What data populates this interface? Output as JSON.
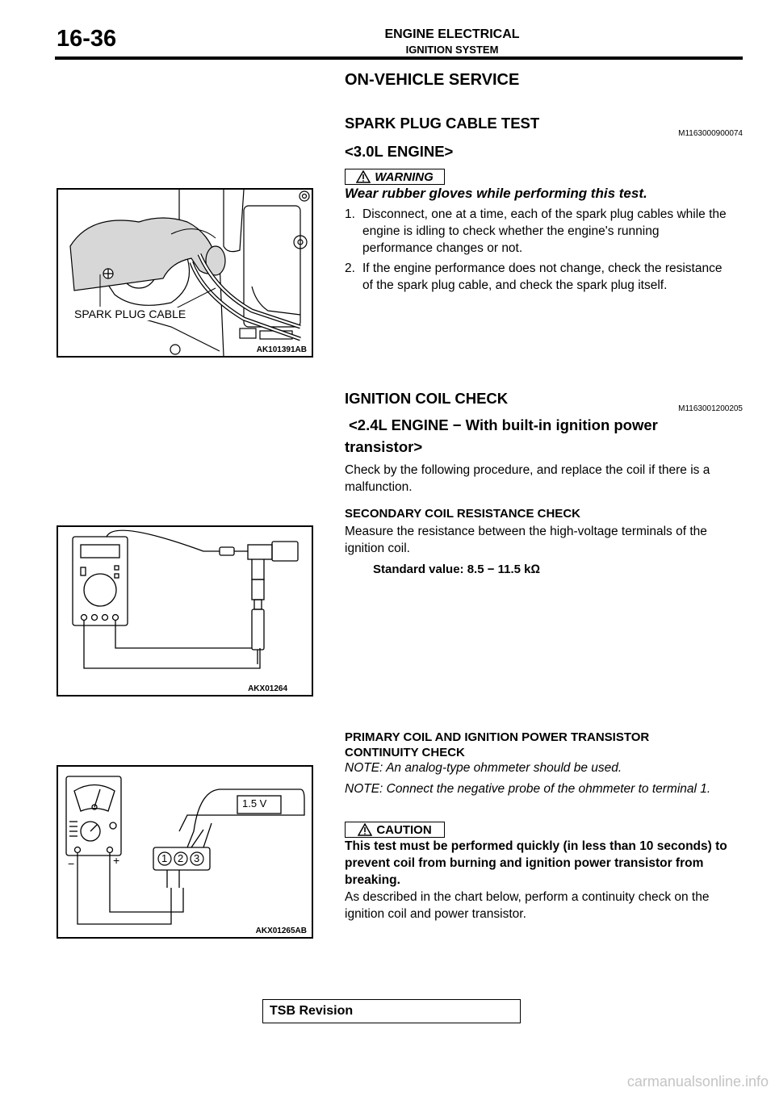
{
  "header": {
    "page_number": "16-36",
    "section": "ENGINE ELECTRICAL",
    "subsection": "IGNITION SYSTEM"
  },
  "main_heading": "ON-VEHICLE SERVICE",
  "spark_plug_test": {
    "title": "SPARK PLUG CABLE TEST",
    "code": "M1163000900074",
    "engine": "<3.0L ENGINE>",
    "warning_label": "WARNING",
    "warning_text": "Wear rubber gloves while performing this test.",
    "steps": [
      {
        "num": "1.",
        "text": "Disconnect, one at a time, each of the spark plug cables while the engine is idling to check whether the engine's running performance changes or not."
      },
      {
        "num": "2.",
        "text": "If the engine performance does not change, check the resistance of the spark plug cable, and check the spark plug itself."
      }
    ],
    "figure": {
      "label": "SPARK PLUG CABLE",
      "code": "AK101391AB"
    }
  },
  "ignition_coil_check": {
    "title": "IGNITION COIL CHECK",
    "code": "M1163001200205",
    "engine_line1": "<2.4L ENGINE − With built-in ignition power",
    "engine_line2": "transistor>",
    "intro": "Check by the following procedure, and replace the coil if there is a malfunction.",
    "secondary": {
      "title": "SECONDARY COIL RESISTANCE CHECK",
      "text": "Measure the resistance between the high-voltage terminals of the ignition coil.",
      "standard": "Standard value: 8.5 − 11.5 kΩ"
    },
    "secondary_figure": {
      "code": "AKX01264"
    },
    "primary": {
      "title_line1": "PRIMARY COIL AND IGNITION POWER TRANSISTOR",
      "title_line2": "CONTINUITY CHECK",
      "note1": "NOTE: An analog-type ohmmeter should be used.",
      "note2": "NOTE: Connect the negative probe of the ohmmeter to terminal 1.",
      "caution_label": "CAUTION",
      "caution_text": "This test must be performed quickly (in less than 10 seconds) to prevent coil from burning and ignition power transistor from breaking.",
      "text": "As described in the chart below, perform a continuity check on the ignition coil and power transistor."
    },
    "primary_figure": {
      "code": "AKX01265AB",
      "voltage": "1.5 V",
      "minus": "−",
      "plus": "+",
      "t1": "1",
      "t2": "2",
      "t3": "3"
    }
  },
  "footer": {
    "label": "TSB Revision"
  },
  "watermark": "carmanualsonline.info",
  "icons": {
    "warning": "warning-triangle-icon",
    "caution": "caution-triangle-icon"
  }
}
